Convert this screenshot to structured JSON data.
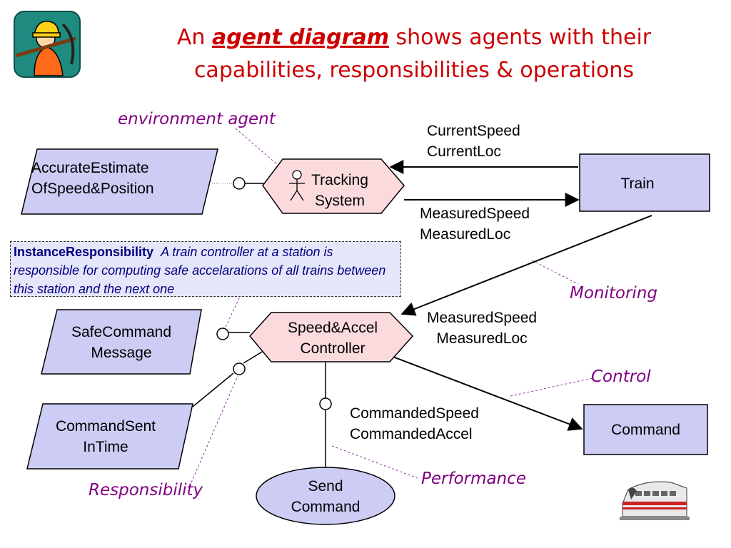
{
  "title": {
    "prefix": "An",
    "emphasis": "agent diagram",
    "line1_rest": "shows agents with their",
    "line2": "capabilities, responsibilities & operations"
  },
  "colors": {
    "title": "#cc0000",
    "annotation": "#800080",
    "node_fill": "#ccccf5",
    "agent_fill": "#fadadd"
  },
  "nodes": {
    "accurate_estimate": "AccurateEstimate\nOfSpeed&Position",
    "tracking_system": "Tracking\nSystem",
    "train": "Train",
    "safe_command_message": "SafeCommand\nMessage",
    "speed_accel_controller": "Speed&Accel\nController",
    "command_sent_in_time": "CommandSent\nInTime",
    "send_command": "Send\nCommand",
    "command": "Command"
  },
  "messages": {
    "current": "CurrentSpeed\nCurrentLoc",
    "measured_top": "MeasuredSpeed\nMeasuredLoc",
    "measured_mid": "MeasuredSpeed\nMeasuredLoc",
    "commanded": "CommandedSpeed\nCommandedAccel"
  },
  "annotations": {
    "environment_agent": "environment agent",
    "monitoring": "Monitoring",
    "control": "Control",
    "performance": "Performance",
    "responsibility": "Responsibility"
  },
  "note": {
    "title": "InstanceResponsibility",
    "text": "A train controller at a station is responsible for computing safe accelarations of all trains between this station and the next one"
  },
  "icons": [
    "miner-logo-icon",
    "stick-figure-agent-icon",
    "train-clipart-icon"
  ]
}
